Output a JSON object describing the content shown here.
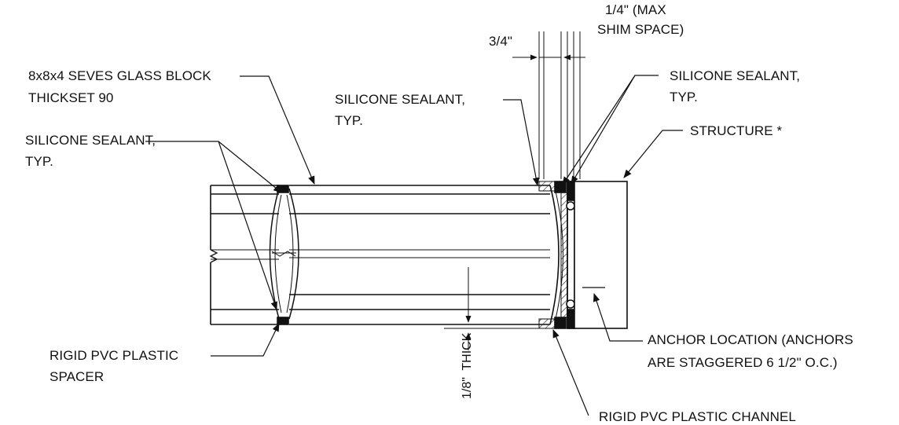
{
  "labels": {
    "glass_block_l1": "8x8x4 SEVES GLASS BLOCK",
    "glass_block_l2": "THICKSET 90",
    "sealant_left_l1": "SILICONE SEALANT,",
    "sealant_left_l2": "TYP.",
    "sealant_mid_l1": "SILICONE SEALANT,",
    "sealant_mid_l2": "TYP.",
    "sealant_right_l1": "SILICONE SEALANT,",
    "sealant_right_l2": "TYP.",
    "structure": "STRUCTURE *",
    "three_quarter": "3/4\"",
    "shim_l1": "1/4\" (MAX",
    "shim_l2": "SHIM SPACE)",
    "spacer_l1": "RIGID PVC PLASTIC",
    "spacer_l2": "SPACER",
    "thick_dim": "1/8\"",
    "thick_word": "THICK",
    "anchor_l1": "ANCHOR LOCATION (ANCHORS",
    "anchor_l2": "ARE STAGGERED 6 1/2\" O.C.)",
    "channel_cut": "RIGID PVC PLASTIC CHANNEL"
  }
}
